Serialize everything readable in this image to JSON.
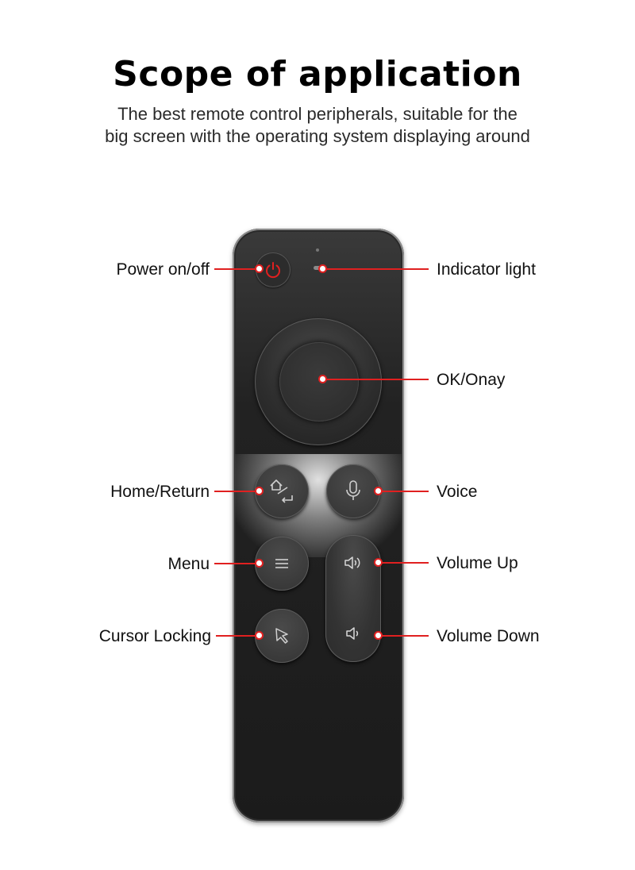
{
  "heading": {
    "title": "Scope of application",
    "subtitle_lines": [
      "The best remote control peripherals, suitable for the",
      "big screen with the operating system displaying around"
    ]
  },
  "colors": {
    "accent": "#e02020",
    "remote_body": "#1b1b1b"
  },
  "callouts": {
    "power": "Power on/off",
    "indicator": "Indicator light",
    "ok": "OK/Onay",
    "home_return": "Home/Return",
    "voice": "Voice",
    "menu": "Menu",
    "volume_up": "Volume Up",
    "cursor_locking": "Cursor Locking",
    "volume_down": "Volume Down"
  },
  "icons": {
    "power": "power-icon",
    "home_return": "home-return-icon",
    "voice": "microphone-icon",
    "menu": "menu-icon",
    "volume_up": "volume-up-icon",
    "cursor": "cursor-icon",
    "volume_down": "volume-down-icon"
  }
}
